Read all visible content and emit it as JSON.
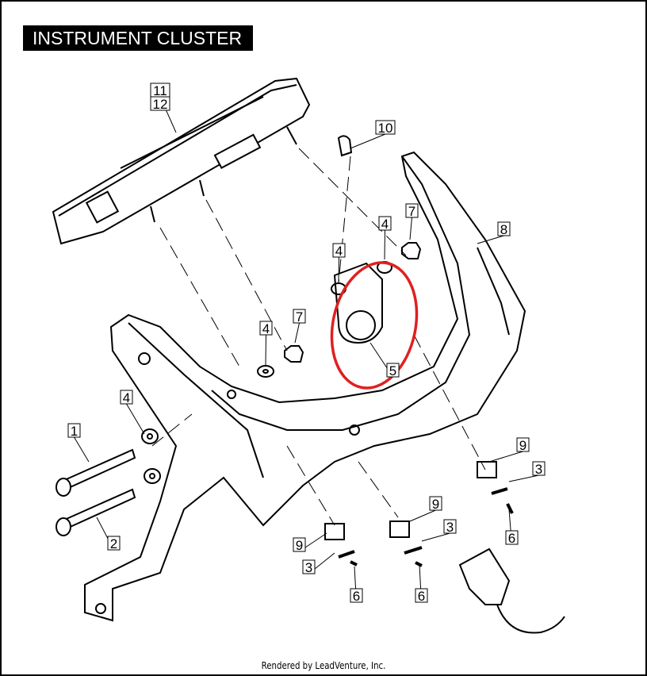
{
  "title": "INSTRUMENT CLUSTER",
  "footer": "Rendered by LeadVenture, Inc.",
  "highlight_color": "#e02020",
  "callouts": [
    "11",
    "12",
    "10",
    "4",
    "7",
    "8",
    "4",
    "7",
    "4",
    "5",
    "4",
    "1",
    "2",
    "9",
    "3",
    "6",
    "9",
    "3",
    "6",
    "9",
    "3",
    "6"
  ]
}
